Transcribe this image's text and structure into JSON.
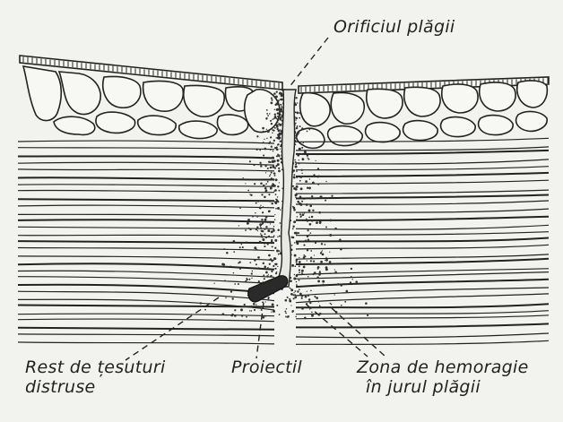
{
  "labels": {
    "orificiu": "Orificiul plăgii",
    "rest_line1": "Rest de țesuturi",
    "rest_line2": "distruse",
    "proiectil": "Proiectil",
    "zona_line1": "Zona de hemoragie",
    "zona_line2": "în jurul plăgii"
  },
  "colors": {
    "background": "#f2f2ee",
    "ink": "#222222",
    "projectile": "#2a2a2a"
  },
  "layers": [
    "skin",
    "subcutaneous-fat",
    "muscle-fibers",
    "wound-channel",
    "hemorrhage-zone",
    "projectile"
  ]
}
